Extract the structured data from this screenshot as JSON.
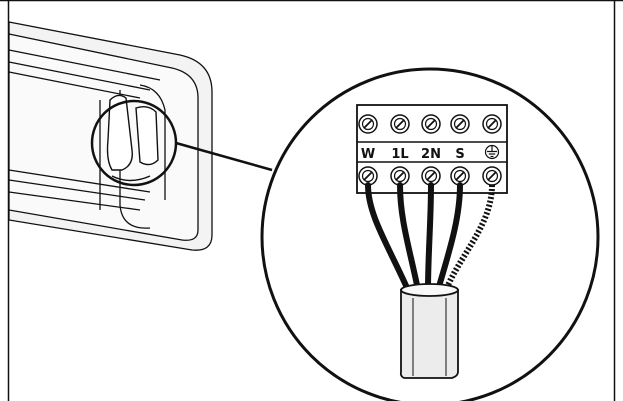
{
  "terminal_block": {
    "labels": [
      "W",
      "1L",
      "2N",
      "S"
    ],
    "ground_symbol_icon": "earth-ground-icon"
  },
  "colors": {
    "line": "#111111",
    "cable_gray": "#e9e9e9",
    "unit_gray": "#f1f1f1",
    "background": "#ffffff"
  }
}
